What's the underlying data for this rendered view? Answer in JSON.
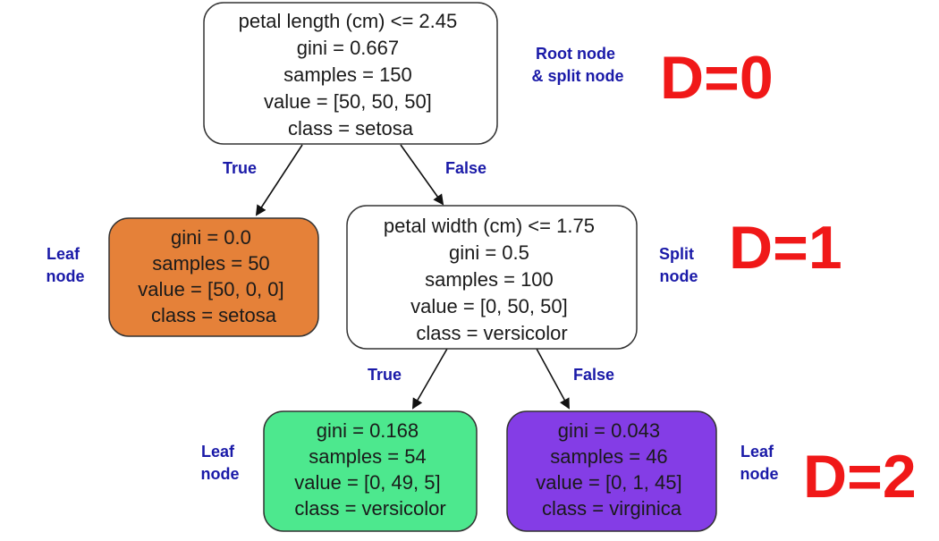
{
  "nodes": {
    "root": {
      "lines": [
        "petal length (cm) <= 2.45",
        "gini = 0.667",
        "samples = 150",
        "value = [50, 50, 50]",
        "class = setosa"
      ],
      "fill": "#ffffff"
    },
    "left_leaf": {
      "lines": [
        "gini = 0.0",
        "samples = 50",
        "value = [50, 0, 0]",
        "class = setosa"
      ],
      "fill": "#e58139"
    },
    "split": {
      "lines": [
        "petal width (cm) <= 1.75",
        "gini = 0.5",
        "samples = 100",
        "value = [0, 50, 50]",
        "class = versicolor"
      ],
      "fill": "#ffffff"
    },
    "versicolor_leaf": {
      "lines": [
        "gini = 0.168",
        "samples = 54",
        "value = [0, 49, 5]",
        "class = versicolor"
      ],
      "fill": "#4de88e"
    },
    "virginica_leaf": {
      "lines": [
        "gini = 0.043",
        "samples = 46",
        "value = [0, 1, 45]",
        "class = virginica"
      ],
      "fill": "#843de6"
    }
  },
  "edge_labels": {
    "root_true": "True",
    "root_false": "False",
    "split_true": "True",
    "split_false": "False"
  },
  "side_labels": {
    "root": [
      "Root node",
      "& split node"
    ],
    "left_leaf": [
      "Leaf",
      "node"
    ],
    "split": [
      "Split",
      "node"
    ],
    "versicolor_leaf": [
      "Leaf",
      "node"
    ],
    "virginica_leaf": [
      "Leaf",
      "node"
    ]
  },
  "depth_labels": {
    "d0": "D=0",
    "d1": "D=1",
    "d2": "D=2"
  },
  "colors": {
    "edge_label": "#1a1aa8",
    "depth_label": "#f01818",
    "node_stroke": "#333333"
  }
}
